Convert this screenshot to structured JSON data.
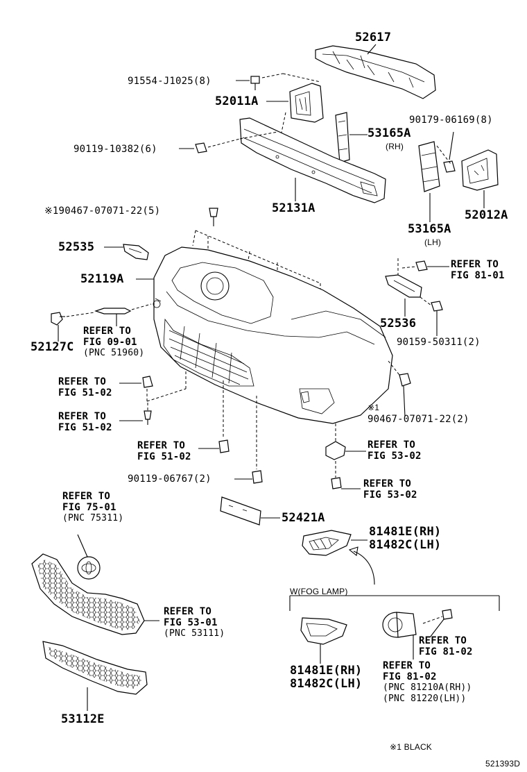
{
  "parts": {
    "p52617": "52617",
    "p91554": "91554-J1025(8)",
    "p52011A": "52011A",
    "p90179": "90179-06169(8)",
    "p53165A_rh": "53165A",
    "rh": "(RH)",
    "p90119_10382": "90119-10382(6)",
    "p52131A": "52131A",
    "p52012A": "52012A",
    "p90467_top": "※190467-07071-22(5)",
    "p53165A_lh": "53165A",
    "lh": "(LH)",
    "p52535": "52535",
    "p52119A": "52119A",
    "p52536": "52536",
    "p90159": "90159-50311(2)",
    "p52127C": "52127C",
    "star1": "※1",
    "p90467_bot": "90467-07071-22(2)",
    "p90119_06767": "90119-06767(2)",
    "p52421A": "52421A",
    "p81481E_rh": "81481E(RH)",
    "p81482C_lh": "81482C(LH)",
    "p81481E_rh2": "81481E(RH)",
    "p81482C_lh2": "81482C(LH)",
    "p53112E": "53112E"
  },
  "refs": {
    "r81_01_a": "REFER TO",
    "r81_01_b": "FIG 81-01",
    "r09_01_a": "REFER TO",
    "r09_01_b": "FIG 09-01",
    "r09_01_c": "(PNC 51960)",
    "r51_a1": "REFER TO",
    "r51_b1": "FIG 51-02",
    "r51_a2": "REFER TO",
    "r51_b2": "FIG 51-02",
    "r51_a3": "REFER TO",
    "r51_b3": "FIG 51-02",
    "r53_02a_a": "REFER TO",
    "r53_02a_b": "FIG 53-02",
    "r53_02b_a": "REFER TO",
    "r53_02b_b": "FIG 53-02",
    "r75_a": "REFER TO",
    "r75_b": "FIG 75-01",
    "r75_c": "(PNC 75311)",
    "r53_01_a": "REFER TO",
    "r53_01_b": "FIG 53-01",
    "r53_01_c": "(PNC 53111)",
    "r81_02a_a": "REFER TO",
    "r81_02a_b": "FIG 81-02",
    "r81_02b_a": "REFER TO",
    "r81_02b_b": "FIG 81-02",
    "r81_02b_c": "(PNC 81210A(RH))",
    "r81_02b_d": "(PNC 81220(LH))"
  },
  "notes": {
    "fog_lamp": "W(FOG LAMP)",
    "black": "※1 BLACK",
    "diagram_id": "521393D"
  }
}
